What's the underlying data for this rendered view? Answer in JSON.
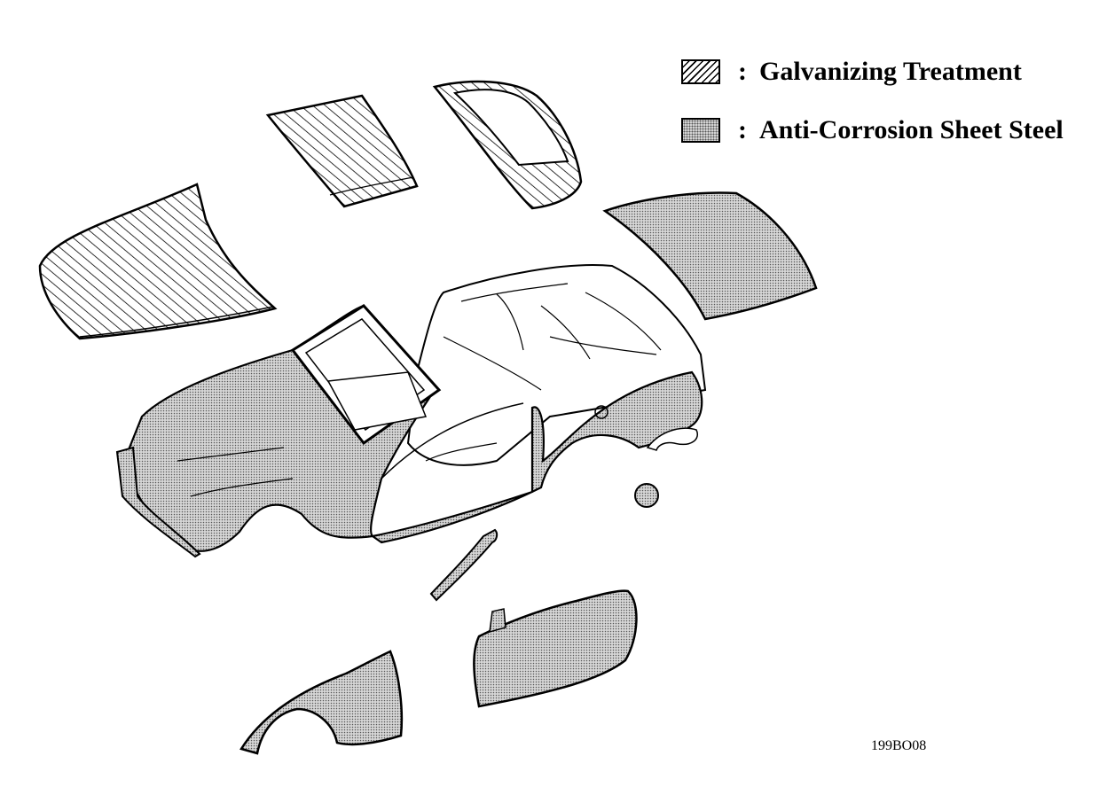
{
  "legend": {
    "galvanizing": {
      "colon": ":",
      "label": "Galvanizing Treatment"
    },
    "anti_corrosion": {
      "colon": ":",
      "label": "Anti-Corrosion Sheet Steel"
    }
  },
  "figure_code": "199BO08",
  "colors": {
    "line": "#000000",
    "dot_fill": "#d8d8d8",
    "background": "#ffffff"
  }
}
